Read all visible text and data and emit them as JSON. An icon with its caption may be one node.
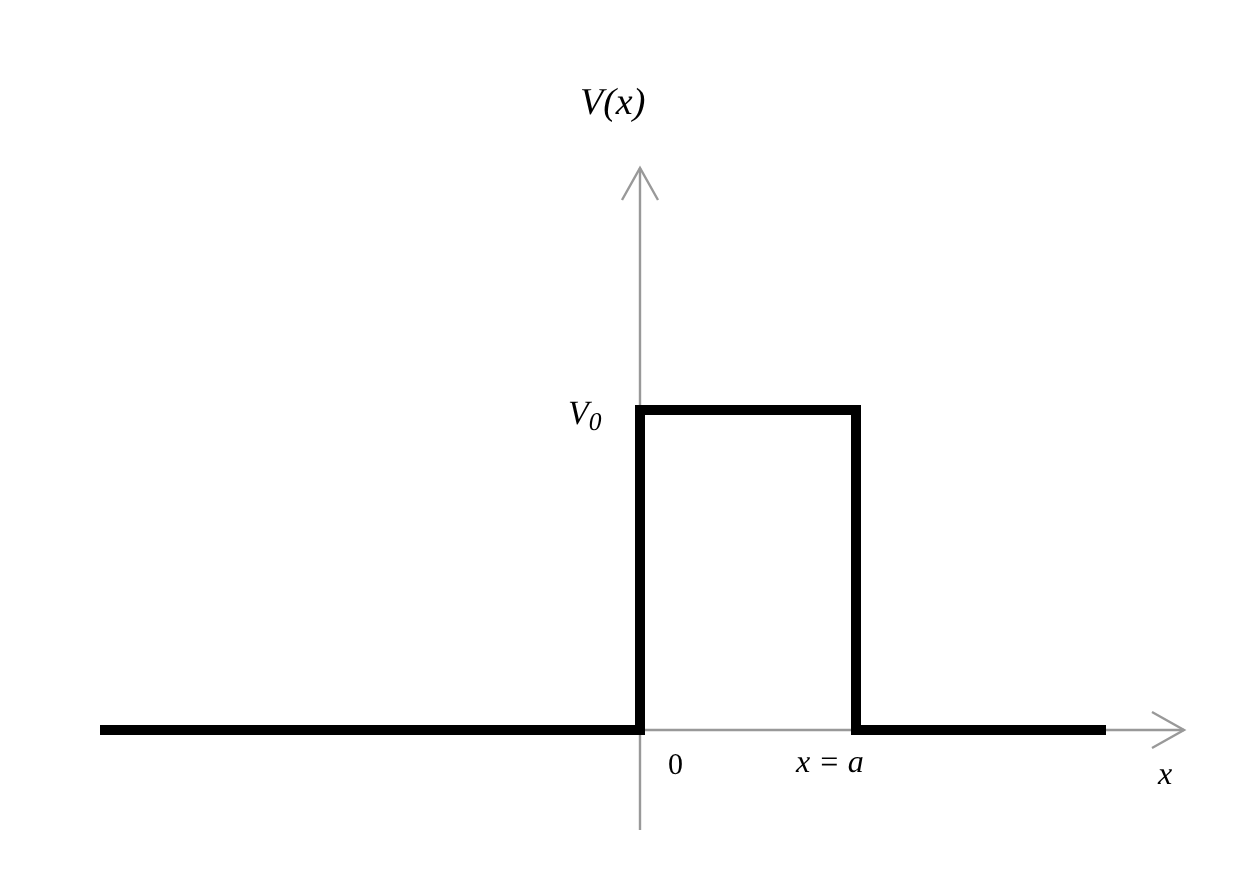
{
  "diagram": {
    "labels": [
      "V(x)",
      "V$_{0}$",
      "0",
      "x = a",
      "x"
    ]
  }
}
